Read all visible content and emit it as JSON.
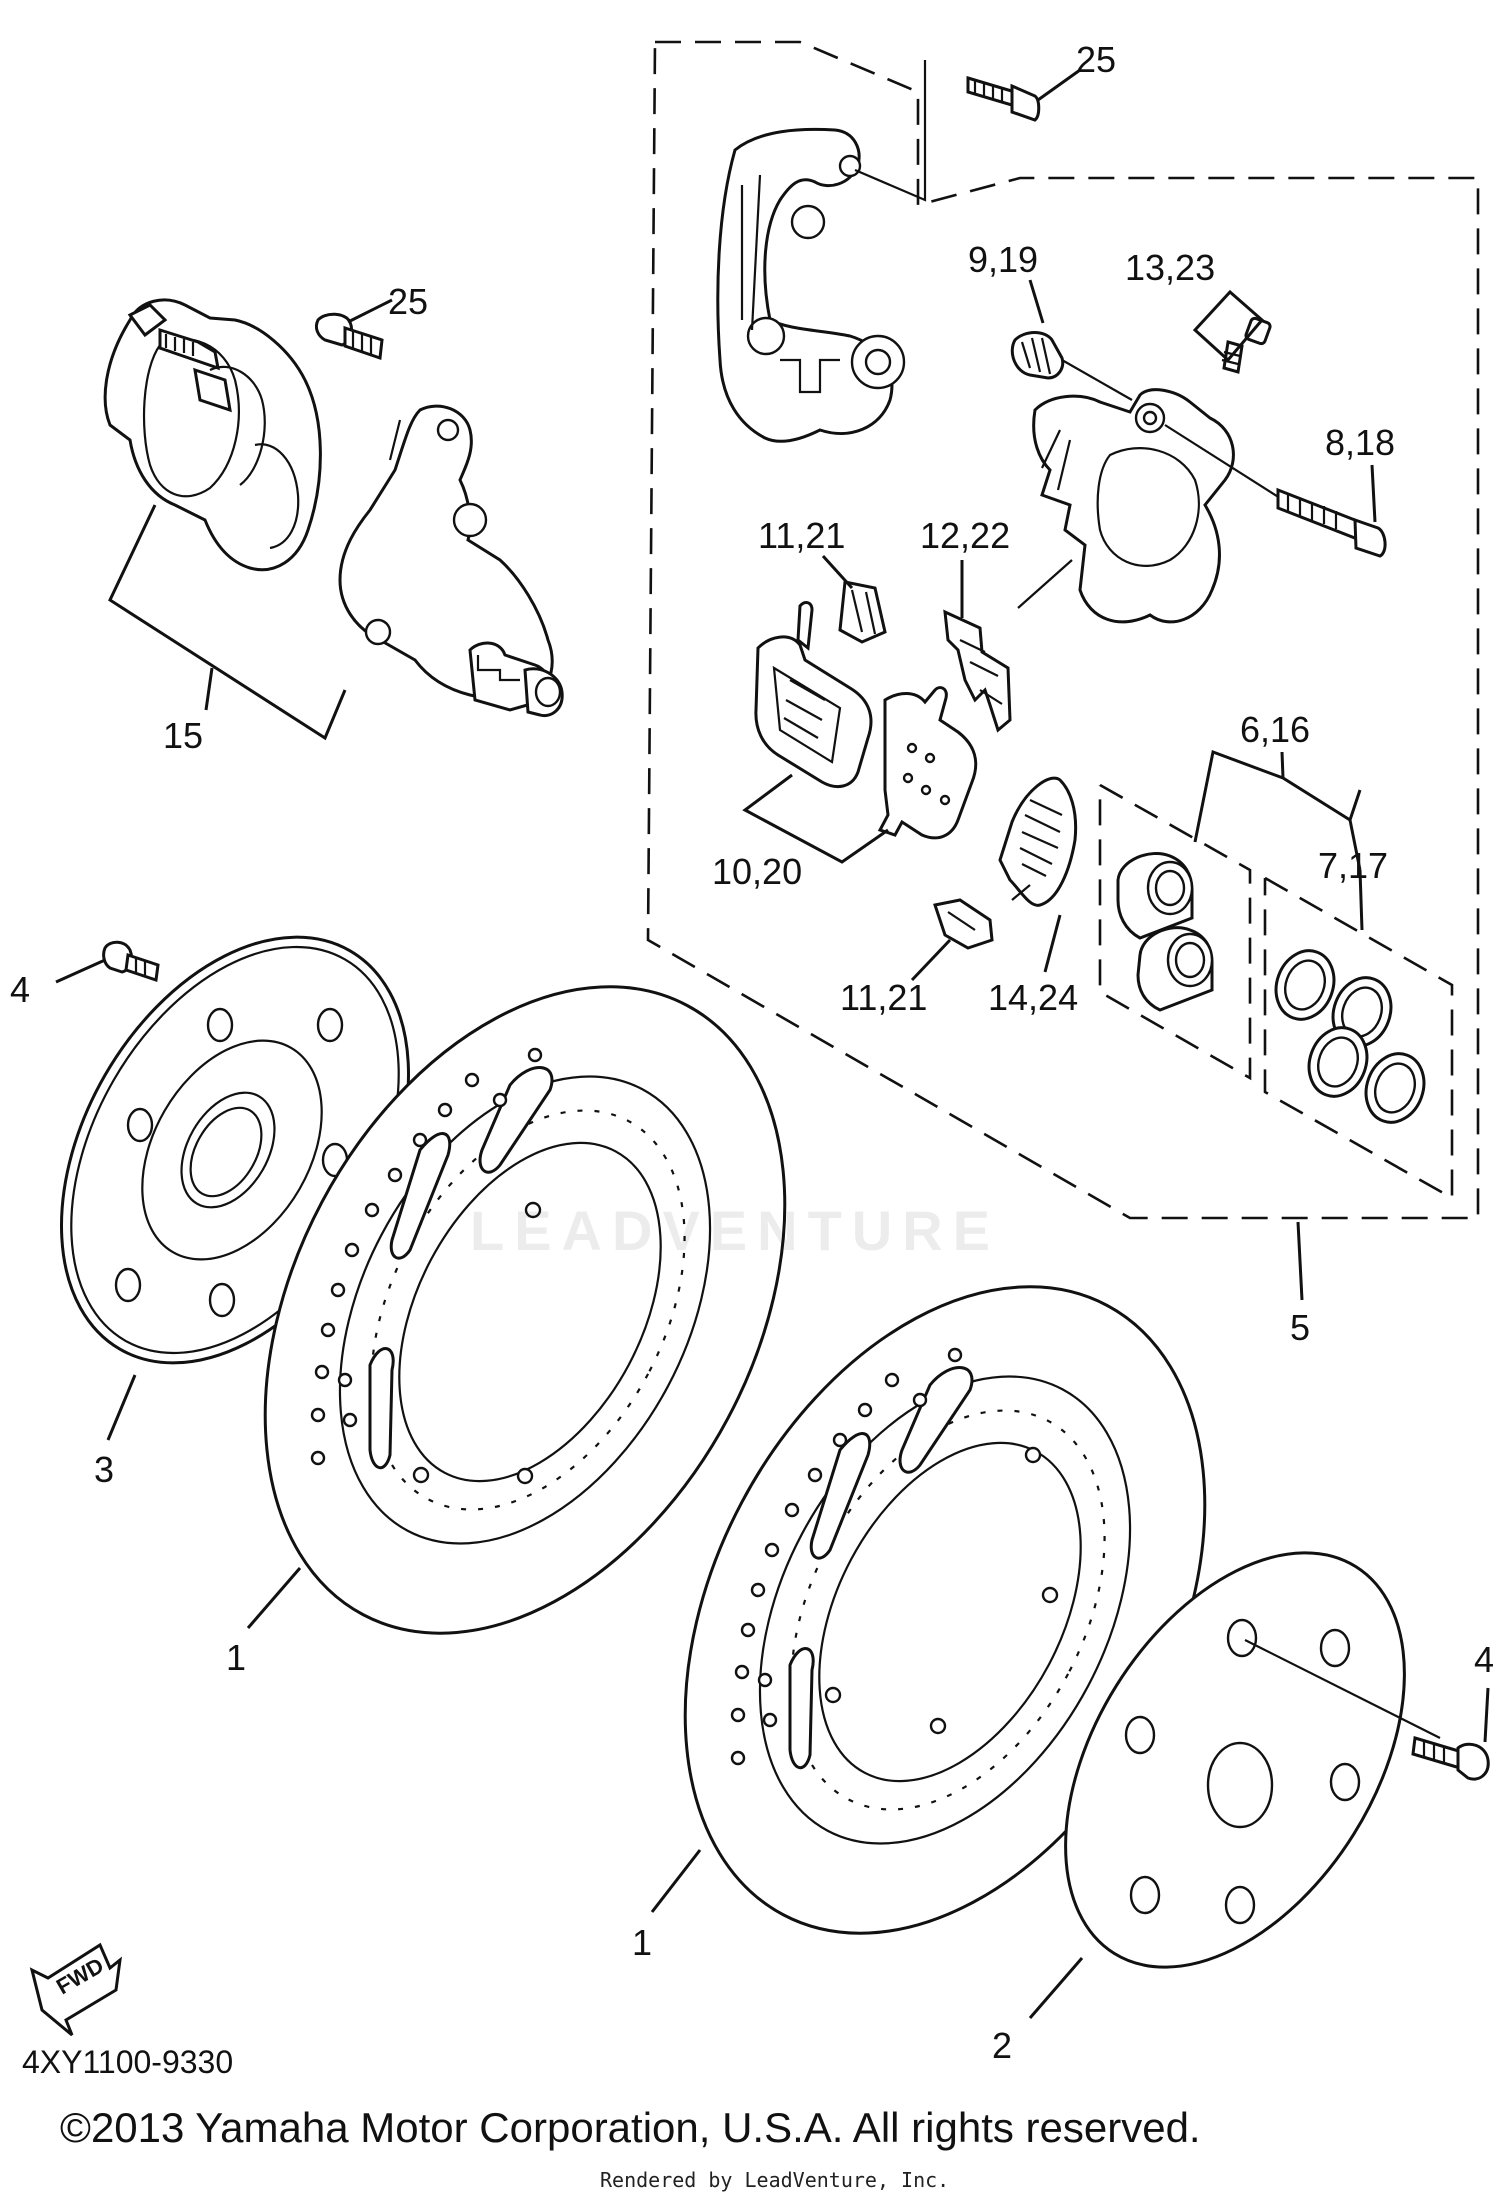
{
  "callouts": {
    "c25_top": "25",
    "c9_19": "9,19",
    "c13_23": "13,23",
    "c8_18": "8,18",
    "c25_left": "25",
    "c11_21_top": "11,21",
    "c12_22": "12,22",
    "c15": "15",
    "c6_16": "6,16",
    "c7_17": "7,17",
    "c10_20": "10,20",
    "c11_21_bottom": "11,21",
    "c14_24": "14,24",
    "c4_left": "4",
    "c5": "5",
    "c3": "3",
    "c1_left": "1",
    "c4_right": "4",
    "c1_right": "1",
    "c2": "2"
  },
  "fwd_label": "FWD",
  "footer": {
    "code": "4XY1100-9330",
    "copyright": "©2013 Yamaha Motor Corporation, U.S.A. All rights reserved.",
    "rendered_by": "Rendered by LeadVenture, Inc."
  },
  "watermark": "LEADVENTURE"
}
